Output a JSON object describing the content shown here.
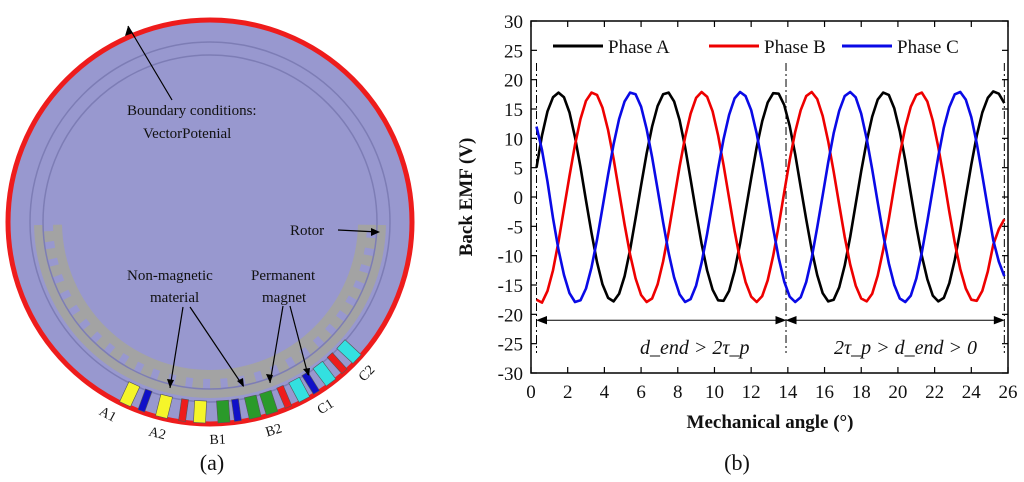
{
  "figure_a": {
    "label": "(a)",
    "callouts": {
      "boundary_line1": "Boundary conditions:",
      "boundary_line2": "VectorPotenial",
      "rotor": "Rotor",
      "nonmag_line1": "Non-magnetic",
      "nonmag_line2": "material",
      "pm_line1": "Permanent",
      "pm_line2": "magnet"
    },
    "phase_labels": [
      "A1",
      "A2",
      "B1",
      "B2",
      "C1",
      "C2"
    ],
    "colors": {
      "boundary": "#ee1c1c",
      "airgap_region": "#9898cf",
      "rotor_core": "#a3a3a3",
      "coil_a": "#f5f52a",
      "coil_b": "#2a9a2a",
      "coil_c": "#33e0e0",
      "pm_a": "#1010c8",
      "pm_b": "#1010c8",
      "pm_c": "#1010c8",
      "pm_red": "#ee1c1c"
    }
  },
  "figure_b": {
    "label": "(b)",
    "annotation_left": "d_end > 2τ_p",
    "annotation_right": "2τ_p > d_end > 0"
  },
  "chart_data": {
    "type": "line",
    "title": "",
    "xlabel": "Mechanical angle (°)",
    "ylabel": "Back EMF (V)",
    "xlim": [
      0,
      26
    ],
    "ylim": [
      -30,
      30
    ],
    "xticks": [
      0,
      2,
      4,
      6,
      8,
      10,
      12,
      14,
      16,
      18,
      20,
      22,
      24,
      26
    ],
    "yticks": [
      30,
      25,
      20,
      15,
      10,
      5,
      0,
      -5,
      -10,
      -15,
      -20,
      -25,
      -30
    ],
    "grid": false,
    "legend": "top",
    "vertical_markers": [
      0.3,
      13.9,
      25.8
    ],
    "series": [
      {
        "name": "Phase A",
        "color": "#000000",
        "x": [
          0.3,
          0.6,
          0.9,
          1.2,
          1.5,
          1.8,
          2.1,
          2.4,
          2.7,
          3.0,
          3.3,
          3.6,
          3.9,
          4.2,
          4.5,
          4.8,
          5.1,
          5.4,
          5.7,
          6.0,
          6.3,
          6.6,
          6.9,
          7.2,
          7.5,
          7.8,
          8.1,
          8.4,
          8.7,
          9.0,
          9.3,
          9.6,
          9.9,
          10.2,
          10.5,
          10.8,
          11.1,
          11.4,
          11.7,
          12.0,
          12.3,
          12.6,
          12.9,
          13.2,
          13.5,
          13.8,
          14.1,
          14.4,
          14.7,
          15.0,
          15.3,
          15.6,
          15.9,
          16.2,
          16.5,
          16.8,
          17.1,
          17.4,
          17.7,
          18.0,
          18.3,
          18.6,
          18.9,
          19.2,
          19.5,
          19.8,
          20.1,
          20.4,
          20.7,
          21.0,
          21.3,
          21.6,
          21.9,
          22.2,
          22.5,
          22.8,
          23.1,
          23.4,
          23.7,
          24.0,
          24.3,
          24.6,
          24.9,
          25.2,
          25.5,
          25.8
        ],
        "y": [
          5.0,
          10.5,
          14.6,
          17.0,
          17.8,
          17.0,
          14.4,
          10.2,
          5.1,
          -0.6,
          -6.1,
          -11.1,
          -14.9,
          -17.2,
          -17.8,
          -16.5,
          -13.5,
          -9.0,
          -3.6,
          2.0,
          7.4,
          12.0,
          15.5,
          17.5,
          17.8,
          16.3,
          13.1,
          8.5,
          3.0,
          -2.6,
          -8.0,
          -12.5,
          -15.8,
          -17.6,
          -17.7,
          -16.0,
          -12.6,
          -7.9,
          -2.4,
          3.2,
          8.5,
          12.9,
          16.1,
          17.7,
          17.6,
          15.7,
          12.1,
          7.3,
          1.7,
          -3.8,
          -9.0,
          -13.3,
          -16.4,
          -17.8,
          -17.5,
          -15.4,
          -11.7,
          -6.8,
          -1.2,
          4.4,
          9.5,
          13.7,
          16.6,
          17.8,
          17.4,
          15.1,
          11.2,
          6.2,
          0.6,
          -5.0,
          -10.0,
          -14.0,
          -16.8,
          -17.8,
          -17.2,
          -14.7,
          -10.7,
          -5.7,
          0.0,
          5.5,
          10.5,
          14.4,
          16.9,
          18.0,
          17.6,
          16.0
        ]
      },
      {
        "name": "Phase B",
        "color": "#ee0000",
        "x": [
          0.3,
          0.6,
          0.9,
          1.2,
          1.5,
          1.8,
          2.1,
          2.4,
          2.7,
          3.0,
          3.3,
          3.6,
          3.9,
          4.2,
          4.5,
          4.8,
          5.1,
          5.4,
          5.7,
          6.0,
          6.3,
          6.6,
          6.9,
          7.2,
          7.5,
          7.8,
          8.1,
          8.4,
          8.7,
          9.0,
          9.3,
          9.6,
          9.9,
          10.2,
          10.5,
          10.8,
          11.1,
          11.4,
          11.7,
          12.0,
          12.3,
          12.6,
          12.9,
          13.2,
          13.5,
          13.8,
          14.1,
          14.4,
          14.7,
          15.0,
          15.3,
          15.6,
          15.9,
          16.2,
          16.5,
          16.8,
          17.1,
          17.4,
          17.7,
          18.0,
          18.3,
          18.6,
          18.9,
          19.2,
          19.5,
          19.8,
          20.1,
          20.4,
          20.7,
          21.0,
          21.3,
          21.6,
          21.9,
          22.2,
          22.5,
          22.8,
          23.1,
          23.4,
          23.7,
          24.0,
          24.3,
          24.6,
          24.9,
          25.2,
          25.5,
          25.8
        ],
        "y": [
          -17.5,
          -18.0,
          -16.0,
          -12.5,
          -7.6,
          -2.0,
          3.6,
          8.9,
          13.3,
          16.4,
          17.8,
          17.4,
          15.2,
          11.4,
          6.5,
          0.9,
          -4.7,
          -9.8,
          -13.9,
          -16.7,
          -17.9,
          -17.3,
          -14.9,
          -11.0,
          -6.0,
          -0.4,
          5.2,
          10.2,
          14.2,
          16.9,
          17.9,
          17.1,
          14.6,
          10.5,
          5.4,
          -0.2,
          -5.8,
          -10.7,
          -14.5,
          -17.0,
          -17.9,
          -16.9,
          -14.2,
          -10.0,
          -4.9,
          0.8,
          6.3,
          11.1,
          14.8,
          17.2,
          17.9,
          16.7,
          13.8,
          9.5,
          4.3,
          -1.3,
          -6.8,
          -11.5,
          -15.1,
          -17.3,
          -17.8,
          -16.5,
          -13.4,
          -9.0,
          -3.8,
          1.9,
          7.3,
          11.9,
          15.4,
          17.4,
          17.8,
          16.3,
          13.0,
          8.5,
          3.2,
          -2.5,
          -7.8,
          -12.3,
          -15.6,
          -17.5,
          -17.7,
          -16.0,
          -12.7,
          -8.1,
          -5.5,
          -3.8
        ]
      },
      {
        "name": "Phase C",
        "color": "#0a0ae6",
        "x": [
          0.3,
          0.6,
          0.9,
          1.2,
          1.5,
          1.8,
          2.1,
          2.4,
          2.7,
          3.0,
          3.3,
          3.6,
          3.9,
          4.2,
          4.5,
          4.8,
          5.1,
          5.4,
          5.7,
          6.0,
          6.3,
          6.6,
          6.9,
          7.2,
          7.5,
          7.8,
          8.1,
          8.4,
          8.7,
          9.0,
          9.3,
          9.6,
          9.9,
          10.2,
          10.5,
          10.8,
          11.1,
          11.4,
          11.7,
          12.0,
          12.3,
          12.6,
          12.9,
          13.2,
          13.5,
          13.8,
          14.1,
          14.4,
          14.7,
          15.0,
          15.3,
          15.6,
          15.9,
          16.2,
          16.5,
          16.8,
          17.1,
          17.4,
          17.7,
          18.0,
          18.3,
          18.6,
          18.9,
          19.2,
          19.5,
          19.8,
          20.1,
          20.4,
          20.7,
          21.0,
          21.3,
          21.6,
          21.9,
          22.2,
          22.5,
          22.8,
          23.1,
          23.4,
          23.7,
          24.0,
          24.3,
          24.6,
          24.9,
          25.2,
          25.5,
          25.8
        ],
        "y": [
          12.0,
          8.0,
          2.6,
          -3.6,
          -9.0,
          -13.3,
          -16.4,
          -17.9,
          -17.6,
          -15.6,
          -12.0,
          -7.3,
          -1.8,
          3.8,
          9.0,
          13.3,
          16.3,
          17.8,
          17.5,
          15.4,
          11.6,
          6.8,
          1.3,
          -4.3,
          -9.5,
          -13.7,
          -16.6,
          -17.9,
          -17.4,
          -15.1,
          -11.2,
          -6.3,
          -0.8,
          4.8,
          9.9,
          14.0,
          16.8,
          17.9,
          17.2,
          14.8,
          10.8,
          5.8,
          0.2,
          -5.4,
          -10.4,
          -14.4,
          -17.0,
          -17.9,
          -17.1,
          -14.5,
          -10.4,
          -5.2,
          0.3,
          5.9,
          10.9,
          14.7,
          17.2,
          17.9,
          17.0,
          14.2,
          9.9,
          4.7,
          -0.9,
          -6.4,
          -11.3,
          -15.0,
          -17.3,
          -17.9,
          -16.8,
          -13.9,
          -9.5,
          -4.2,
          1.4,
          6.9,
          11.8,
          15.3,
          17.5,
          17.9,
          16.6,
          13.6,
          9.1,
          3.7,
          -1.9,
          -7.4,
          -11.0,
          -13.5
        ]
      }
    ]
  }
}
